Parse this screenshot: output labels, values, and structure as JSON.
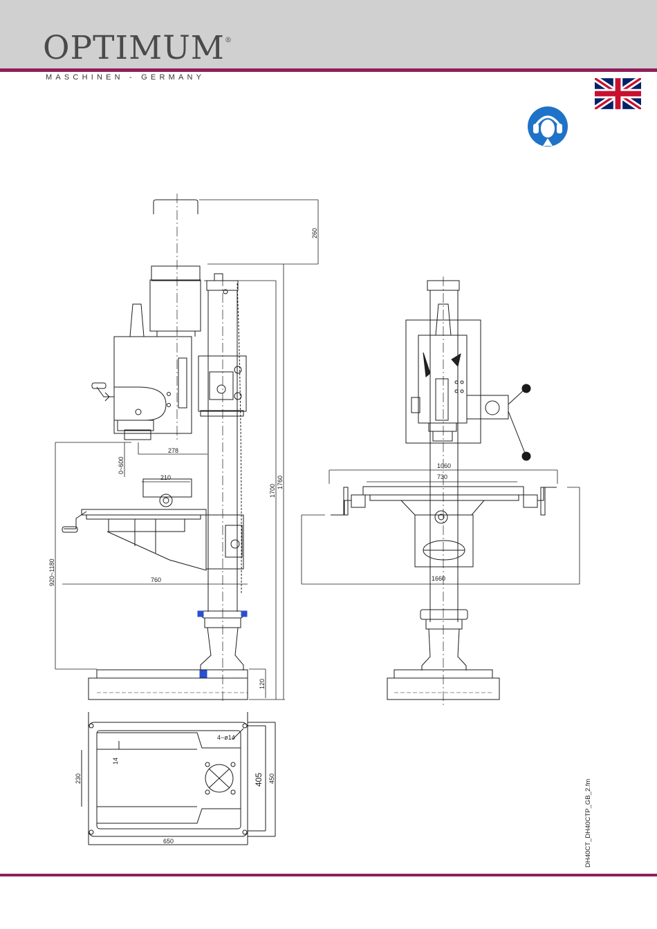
{
  "header": {
    "brand": "OPTIMUM",
    "registered": "®",
    "tagline": "MASCHINEN - GERMANY"
  },
  "icons": {
    "flag": "uk-flag-icon",
    "ppe": "hearing-protection-icon"
  },
  "colors": {
    "header_bg": "#d0d0d0",
    "accent_rule": "#8e1f5a",
    "safety_blue": "#1e73c8",
    "line": "#1a1a1a"
  },
  "dimensions": {
    "top_clearance": "260",
    "column_height": "1700",
    "overall_height": "1760",
    "spindle_to_column": "278",
    "spindle_travel": "0~600",
    "table_depth": "210",
    "table_height_range": "920~1180",
    "side_depth": "760",
    "base_height": "120",
    "table_travel_outer": "1060",
    "table_length": "730",
    "overall_width": "1660",
    "base_slot": "14",
    "mounting_holes": "4−ø14",
    "base_inner_width": "230",
    "base_slot_spacing": "405",
    "base_depth": "450",
    "base_width": "650"
  },
  "footer": {
    "file_name": "DH40CT_DH40CTP_GB_2.fm"
  }
}
